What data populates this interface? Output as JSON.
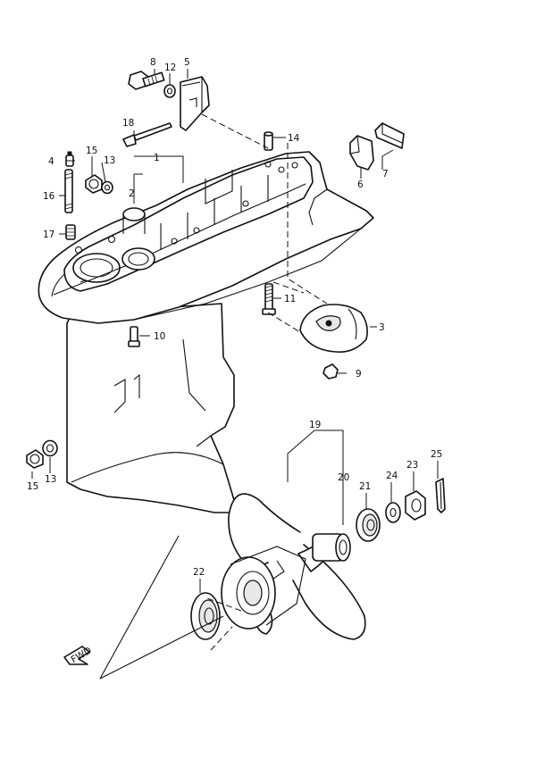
{
  "callouts": {
    "c1": "1",
    "c2": "2",
    "c3": "3",
    "c4": "4",
    "c5": "5",
    "c6": "6",
    "c7": "7",
    "c8": "8",
    "c9": "9",
    "c10": "10",
    "c11": "11",
    "c12": "12",
    "c13a": "13",
    "c13b": "13",
    "c14": "14",
    "c15a": "15",
    "c15b": "15",
    "c16": "16",
    "c17": "17",
    "c18": "18",
    "c19": "19",
    "c20": "20",
    "c21": "21",
    "c22": "22",
    "c23": "23",
    "c24": "24",
    "c25": "25"
  },
  "direction_marker": {
    "text": "FWD",
    "icon": "forward-arrow-icon"
  }
}
